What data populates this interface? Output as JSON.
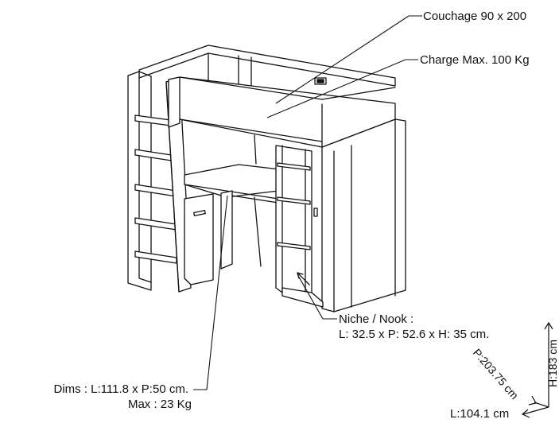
{
  "labels": {
    "sleeping": "Couchage 90 x 200",
    "max_load": "Charge Max. 100 Kg",
    "nook_title": "Niche / Nook :",
    "nook_dims": "L: 32.5 x P: 52.6 x H: 35 cm.",
    "desk_dims": "Dims : L:111.8 x P:50 cm.",
    "desk_max": "Max : 23 Kg"
  },
  "dimensions": {
    "length": "L:104.1 cm",
    "depth": "P:203.75 cm",
    "height": "H:183 cm"
  }
}
